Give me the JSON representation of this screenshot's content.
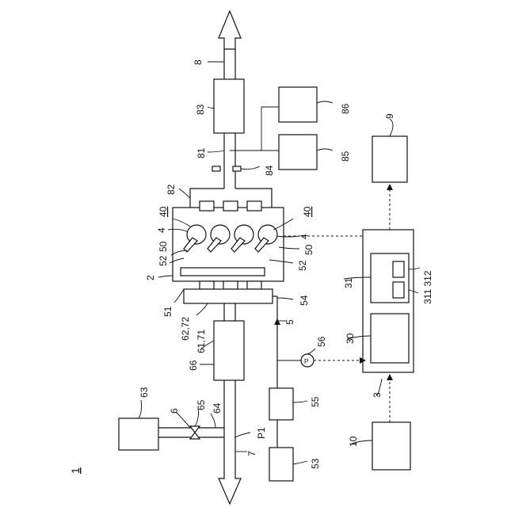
{
  "figure_label": "1",
  "labels": {
    "exhaust_pipe": "8",
    "catalyst_83": "83",
    "box_86": "86",
    "box_85": "85",
    "sensor_81": "81",
    "sensor_84": "84",
    "manifold_82": "82",
    "ecu_9": "9",
    "cyl_block_40_left": "40",
    "cyl_block_40_right": "40",
    "cyl_4_left": "4",
    "cyl_4_right": "4",
    "injector_50_left": "50",
    "injector_50_right": "50",
    "rail_52_left": "52",
    "rail_52_right": "52",
    "engine_2": "2",
    "rail_51": "51",
    "intake_62_72": "62,72",
    "intake_61_71": "61,71",
    "line_54": "54",
    "fuel_line_5": "5",
    "controller_31": "31",
    "mem_311_312": "311 312",
    "unit_30": "30",
    "pressure_56": "56",
    "pump_symbol": "P",
    "throttle_66": "66",
    "canister_63": "63",
    "purge_6": "6",
    "valve_65": "65",
    "line_64": "64",
    "pressure_P1": "P1",
    "intake_7": "7",
    "pump_55": "55",
    "tank_53": "53",
    "signal_3": "3",
    "input_10": "10"
  }
}
